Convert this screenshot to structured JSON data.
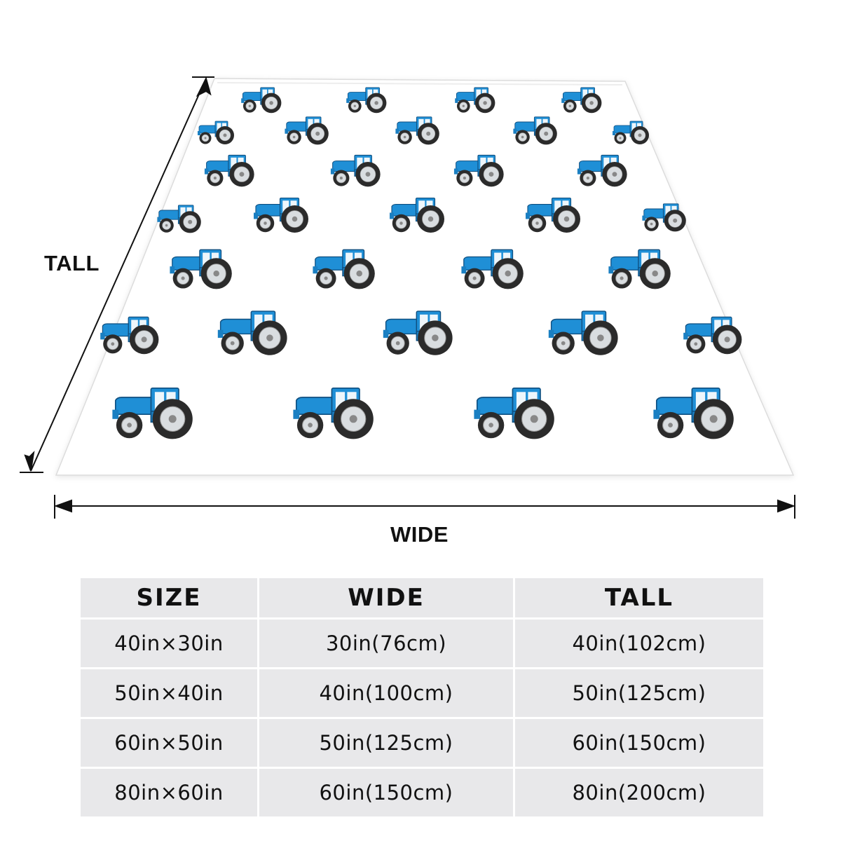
{
  "dimension_labels": {
    "tall": "TALL",
    "wide": "WIDE"
  },
  "blanket": {
    "pattern_icon": "tractor-icon",
    "tractor_color": "#1f8fd6",
    "background_color": "#ffffff"
  },
  "size_table": {
    "headers": [
      "SIZE",
      "WIDE",
      "TALL"
    ],
    "rows": [
      [
        "40in×30in",
        "30in(76cm)",
        "40in(102cm)"
      ],
      [
        "50in×40in",
        "40in(100cm)",
        "50in(125cm)"
      ],
      [
        "60in×50in",
        "50in(125cm)",
        "60in(150cm)"
      ],
      [
        "80in×60in",
        "60in(150cm)",
        "80in(200cm)"
      ]
    ]
  }
}
